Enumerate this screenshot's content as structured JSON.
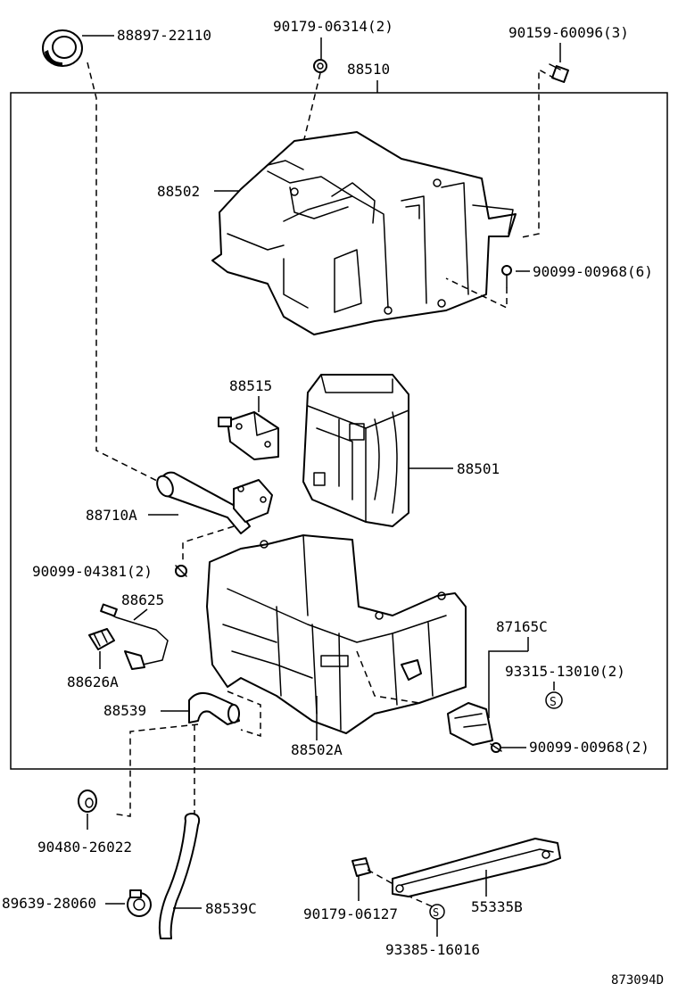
{
  "labels": {
    "seal": "88897-22110",
    "screw_top": "90179-06314(2)",
    "bolt_top": "90159-60096(3)",
    "assembly": "88510",
    "upper_case": "88502",
    "screw_right": "90099-00968(6)",
    "expansion_valve": "88515",
    "evaporator": "88501",
    "pipe": "88710A",
    "screw_pipe": "90099-04381(2)",
    "thermistor": "88625",
    "clip": "88626A",
    "drain_hose": "88539",
    "lower_case": "88502A",
    "bracket": "87165C",
    "screw_bracket": "93315-13010(2)",
    "screw_bottom_right": "90099-00968(2)",
    "grommet": "90480-26022",
    "clamp": "89639-28060",
    "drain_hose_long": "88539C",
    "nut": "90179-06127",
    "screw_brace": "93385-16016",
    "brace": "55335B",
    "diagram_id": "873094D"
  },
  "icons": {
    "s_marker": "S"
  }
}
